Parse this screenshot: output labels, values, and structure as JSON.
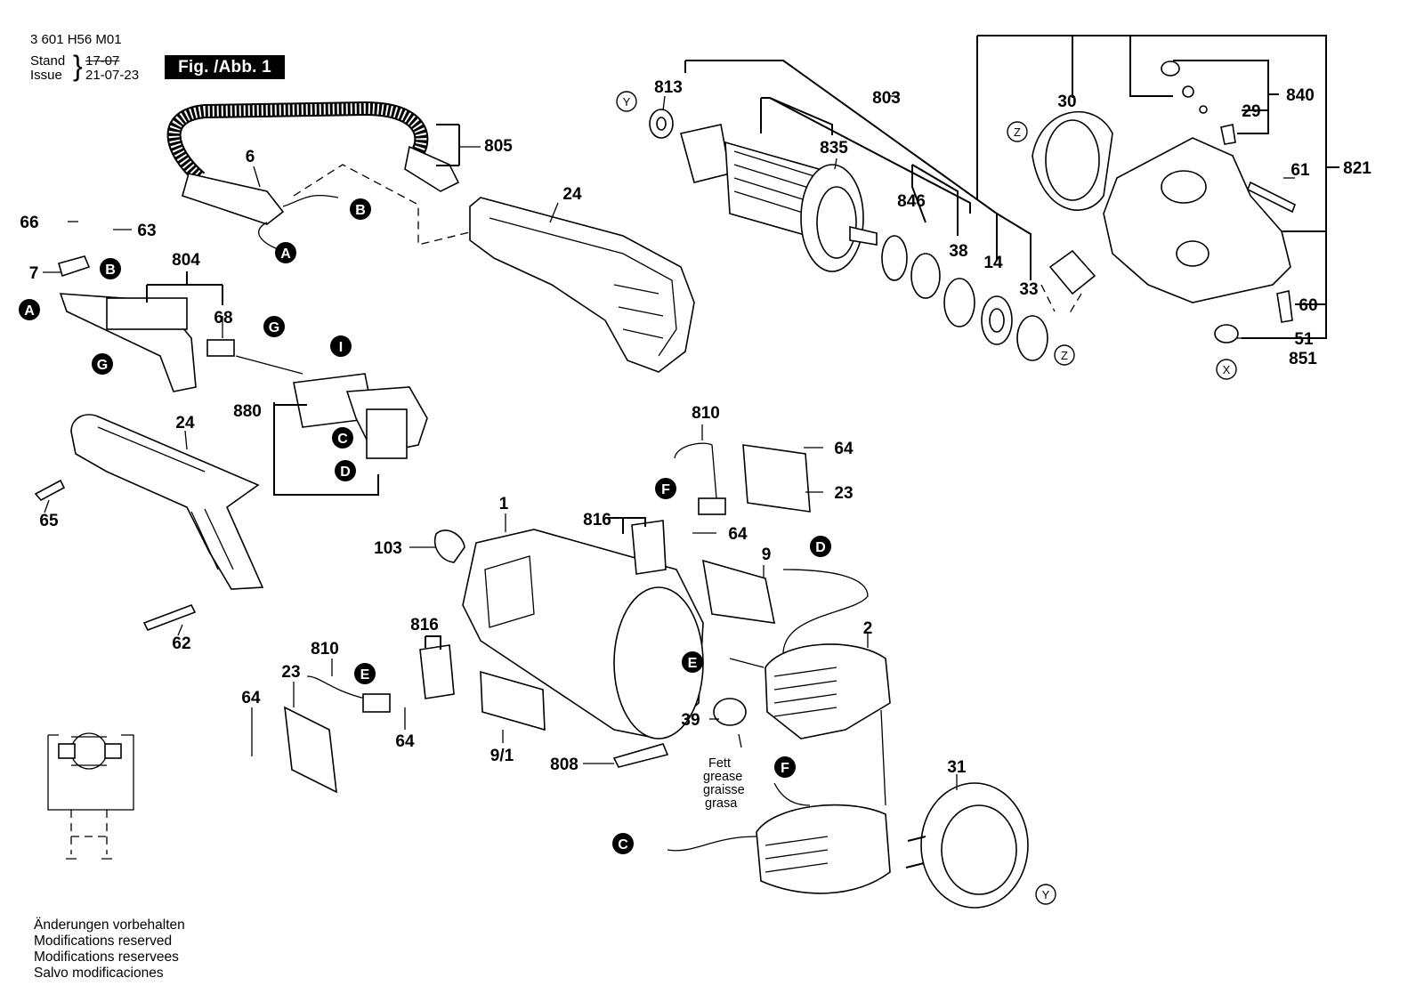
{
  "header": {
    "doc_number": "3 601 H56 M01",
    "stand_label": "Stand",
    "issue_label": "Issue",
    "stand_date": "17-07",
    "issue_date": "21-07-23",
    "figure_tag": "Fig. /Abb. 1"
  },
  "part_numbers": {
    "p805": "805",
    "p6": "6",
    "p24_top": "24",
    "p66": "66",
    "p63": "63",
    "p7": "7",
    "p804": "804",
    "p68": "68",
    "p880": "880",
    "p24_left": "24",
    "p65": "65",
    "p62": "62",
    "p813": "813",
    "p803": "803",
    "p835": "835",
    "p846": "846",
    "p38": "38",
    "p14": "14",
    "p33": "33",
    "p30": "30",
    "p840": "840",
    "p29": "29",
    "p61": "61",
    "p821": "821",
    "p60": "60",
    "p51": "51",
    "p851": "851",
    "p810_top": "810",
    "p64_top": "64",
    "p23_top": "23",
    "p816_top": "816",
    "p64_mid": "64",
    "p9": "9",
    "p1": "1",
    "p103": "103",
    "p816_bottom": "816",
    "p810_bottom": "810",
    "p23_bottom": "23",
    "p64_left": "64",
    "p64_bottom": "64",
    "p9_1": "9/1",
    "p808": "808",
    "p39": "39",
    "p2": "2",
    "p31": "31"
  },
  "connection_markers": [
    "A",
    "B",
    "G",
    "I",
    "C",
    "D",
    "E",
    "F"
  ],
  "orientation_markers": [
    "X",
    "Y",
    "Z"
  ],
  "grease_note": [
    "Fett",
    "grease",
    "graisse",
    "grasa"
  ],
  "footer_notes": [
    "Änderungen vorbehalten",
    "Modifications reserved",
    "Modifications reservees",
    "Salvo modificaciones"
  ]
}
